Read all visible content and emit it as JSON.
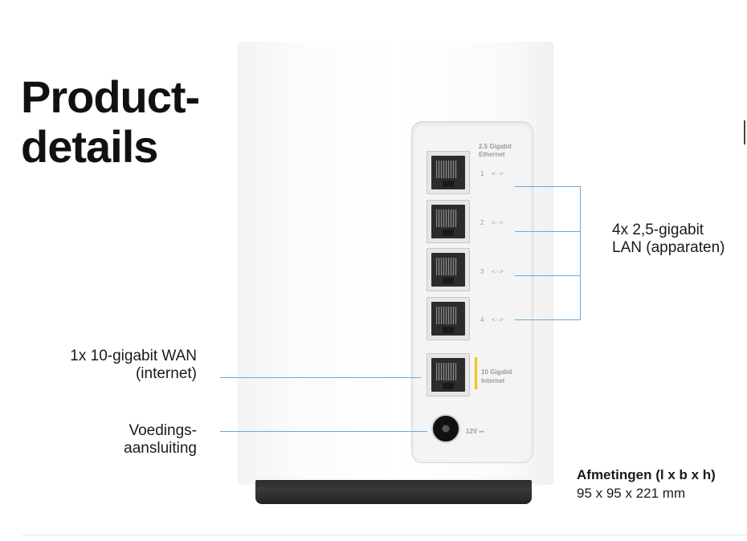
{
  "heading": {
    "line1": "Product-",
    "line2": "details"
  },
  "panel": {
    "lan_header": "2.5 Gigabit Ethernet",
    "ports": [
      {
        "num": "1",
        "symbol": "<··>"
      },
      {
        "num": "2",
        "symbol": "<··>"
      },
      {
        "num": "3",
        "symbol": "<··>"
      },
      {
        "num": "4",
        "symbol": "<··>"
      }
    ],
    "wan_label_1": "10 Gigabit",
    "wan_label_2": "Internet",
    "power_label": "12V ⎓"
  },
  "annotations": {
    "lan": {
      "line1": "4x 2,5-gigabit",
      "line2": "LAN (apparaten)"
    },
    "wan": {
      "line1": "1x 10-gigabit WAN",
      "line2": "(internet)"
    },
    "power": {
      "line1": "Voedings-",
      "line2": "aansluiting"
    }
  },
  "dimensions": {
    "title": "Afmetingen (l x b x h)",
    "value": "95 x 95 x 221 mm"
  },
  "colors": {
    "leader_line": "#6aa9d8",
    "wan_accent": "#f2c417",
    "base": "#2b2b2b"
  }
}
